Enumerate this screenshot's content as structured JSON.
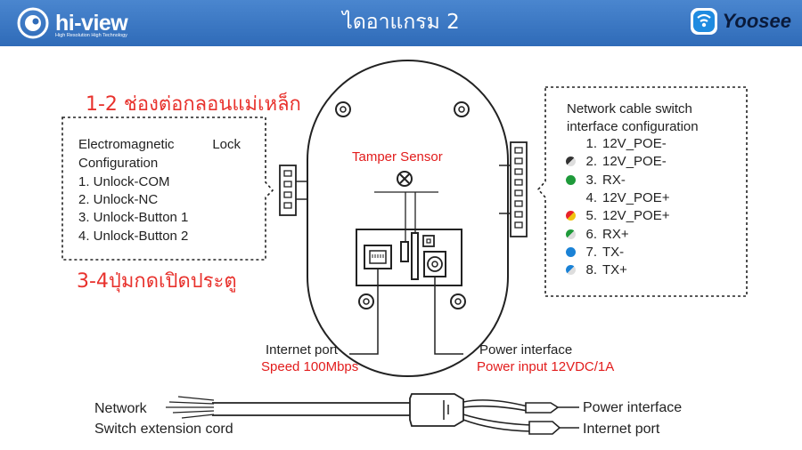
{
  "header": {
    "brand_name": "hi-view",
    "brand_tagline": "High Resolution High Technology",
    "title": "ไดอาแกรม 2",
    "partner_brand": "Yoosee"
  },
  "colors": {
    "header_bg": "#3a78c4",
    "thai_label": "#e8322d",
    "sub_label": "#e21c1c"
  },
  "diagram": {
    "label_lock_terminal_th": "1-2 ช่องต่อกลอนแม่เหล็ก",
    "label_exit_button_th": "3-4ปุ่มกดเปิดประตู",
    "lock_box": {
      "title_line1_a": "Electromagnetic",
      "title_line1_b": "Lock",
      "title_line2": "Configuration",
      "items": [
        "1. Unlock-COM",
        "2. Unlock-NC",
        "3. Unlock-Button 1",
        "4. Unlock-Button 2"
      ]
    },
    "network_box": {
      "title_line1": "Network cable switch",
      "title_line2": "interface configuration",
      "pins": [
        {
          "num": "1.",
          "label": "12V_POE-",
          "color": ""
        },
        {
          "num": "2.",
          "label": "12V_POE-",
          "color": "#333333",
          "color2": "#dddddd"
        },
        {
          "num": "3.",
          "label": "RX-",
          "color": "#1e9a3a"
        },
        {
          "num": "4.",
          "label": "12V_POE+",
          "color": ""
        },
        {
          "num": "5.",
          "label": "12V_POE+",
          "color": "#e8232a",
          "color2": "#f1c40f"
        },
        {
          "num": "6.",
          "label": "RX+",
          "color": "#1e9a3a",
          "color2": "#dddddd"
        },
        {
          "num": "7.",
          "label": "TX-",
          "color": "#1a82d6"
        },
        {
          "num": "8.",
          "label": "TX+",
          "color": "#1a82d6",
          "color2": "#dddddd"
        }
      ]
    },
    "tamper_sensor": "Tamper Sensor",
    "internet_port": "Internet port",
    "internet_speed": "Speed 100Mbps",
    "power_interface": "Power interface",
    "power_input": "Power input 12VDC/1A"
  },
  "cable": {
    "label_line1": "Network",
    "label_line2": "Switch extension cord",
    "power_interface": "Power interface",
    "internet_port": "Internet port"
  }
}
